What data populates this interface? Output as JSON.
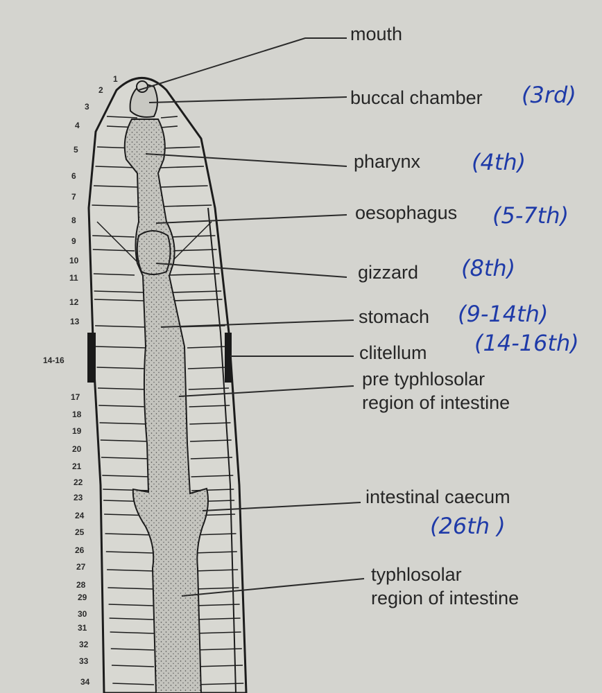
{
  "labels": [
    {
      "key": "mouth",
      "text": "mouth"
    },
    {
      "key": "buccal",
      "text": "buccal chamber"
    },
    {
      "key": "pharynx",
      "text": "pharynx"
    },
    {
      "key": "oesophagus",
      "text": "oesophagus"
    },
    {
      "key": "gizzard",
      "text": "gizzard"
    },
    {
      "key": "stomach",
      "text": "stomach"
    },
    {
      "key": "clitellum",
      "text": "clitellum"
    },
    {
      "key": "pretyph1",
      "text": "pre typhlosolar"
    },
    {
      "key": "pretyph2",
      "text": "region of intestine"
    },
    {
      "key": "caecum",
      "text": "intestinal caecum"
    },
    {
      "key": "typh1",
      "text": "typhlosolar"
    },
    {
      "key": "typh2",
      "text": "region of intestine"
    }
  ],
  "handwritten_notes": [
    {
      "key": "buccal",
      "text": "(3rd)"
    },
    {
      "key": "pharynx",
      "text": "(4th)"
    },
    {
      "key": "oesophagus",
      "text": "(5-7th)"
    },
    {
      "key": "gizzard",
      "text": "(8th)"
    },
    {
      "key": "stomach",
      "text": "(9-14th)"
    },
    {
      "key": "clitellum",
      "text": "(14-16th)"
    },
    {
      "key": "caecum",
      "text": "(26th )"
    }
  ],
  "segment_numbers": [
    "1",
    "2",
    "3",
    "4",
    "5",
    "6",
    "7",
    "8",
    "9",
    "10",
    "11",
    "12",
    "13",
    "14-16",
    "17",
    "18",
    "19",
    "20",
    "21",
    "22",
    "23",
    "24",
    "25",
    "26",
    "27",
    "28",
    "29",
    "30",
    "31",
    "32",
    "33",
    "34"
  ],
  "colors": {
    "paper": "#d4d4cf",
    "ink": "#262626",
    "note_ink": "#1e3aa8",
    "gut_fill": "#bdbdb7"
  }
}
